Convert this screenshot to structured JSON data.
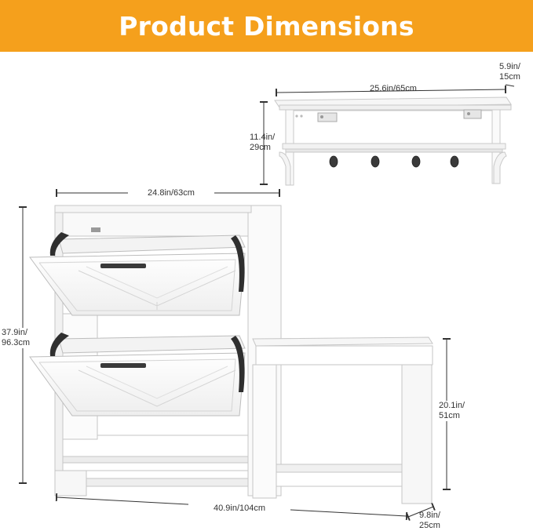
{
  "banner": {
    "title": "Product Dimensions",
    "background_color": "#f5a01c"
  },
  "dimensions": {
    "shelf_width": "25.6in/65cm",
    "shelf_depth_line1": "5.9in/",
    "shelf_depth_line2": "15cm",
    "shelf_height_line1": "11.4in/",
    "shelf_height_line2": "29cm",
    "cabinet_width": "24.8in/63cm",
    "cabinet_height_line1": "37.9in/",
    "cabinet_height_line2": "96.3cm",
    "bench_height_line1": "20.1in/",
    "bench_height_line2": "51cm",
    "total_width": "40.9in/104cm",
    "total_depth_line1": "9.8in/",
    "total_depth_line2": "25cm"
  }
}
